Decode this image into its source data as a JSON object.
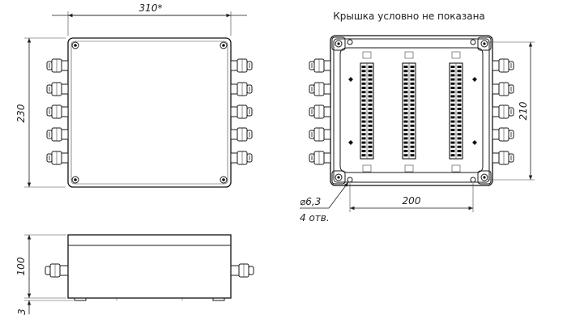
{
  "labels": {
    "cover_note": "Крышка условно не показана",
    "width_top": "310*",
    "height_left": "230",
    "height_side": "100",
    "base_side": "3",
    "width_inner": "200",
    "height_inner": "210",
    "hole_dia": "⌀6,3",
    "hole_count": "4 отв."
  },
  "icons": {
    "gland": "cable-gland-icon",
    "screw": "screw-icon",
    "terminal": "terminal-block-icon"
  },
  "colors": {
    "line": "#1a1a1a",
    "background": "#ffffff"
  }
}
